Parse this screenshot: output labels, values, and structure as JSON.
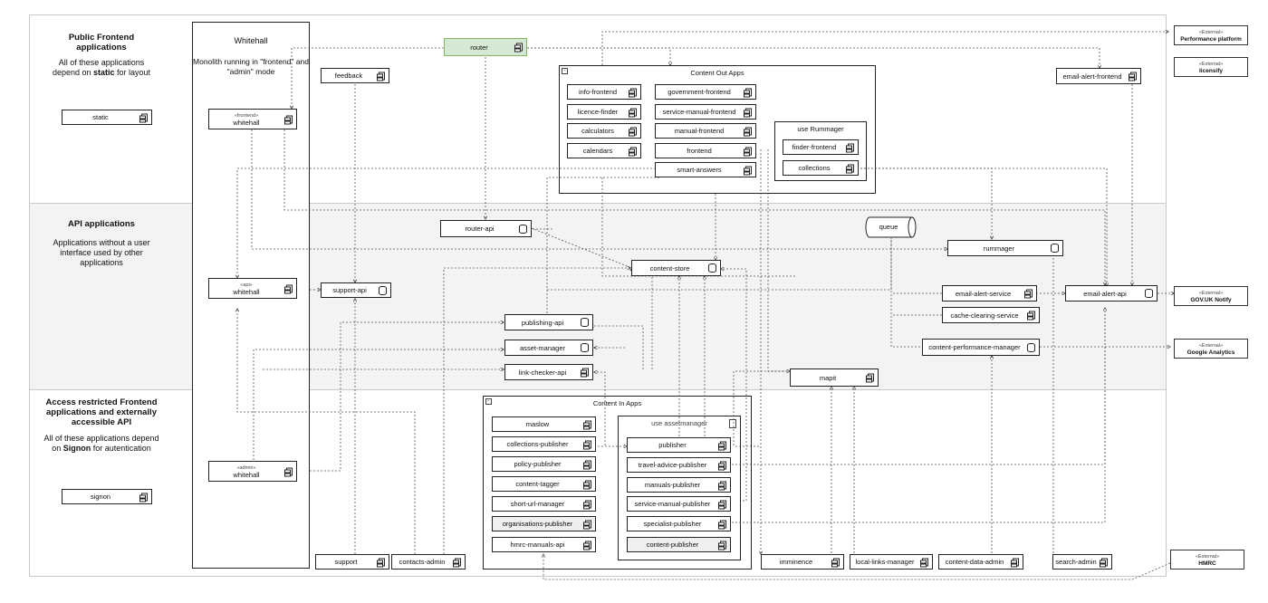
{
  "lanes": {
    "public": {
      "title": "Public Frontend applications",
      "desc_pre": "All of these applications depend on ",
      "desc_bold": "static",
      "desc_post": " for layout"
    },
    "api": {
      "title": "API applications",
      "desc": "Applications without a user interface used by other applications"
    },
    "restricted": {
      "title": "Access  restricted Frontend applications and externally accessible API",
      "desc_pre": "All of these applications depend on ",
      "desc_bold": "Signon",
      "desc_post": " for autentication"
    }
  },
  "whitehall": {
    "title": "Whitehall",
    "desc": "Monolith running in \"frontend\" and \"admin\" mode"
  },
  "components": {
    "static": "static",
    "signon": "signon",
    "whitehall_frontend": {
      "stereo": "«frontend»",
      "name": "whitehall"
    },
    "whitehall_api": {
      "stereo": "«api»",
      "name": "whitehall"
    },
    "whitehall_admin": {
      "stereo": "«admin»",
      "name": "whitehall"
    },
    "router": "router",
    "feedback": "feedback",
    "support_api": "support-api",
    "router_api": "router-api",
    "content_store": "content-store",
    "publishing_api": "publishing-api",
    "asset_manager": "asset-manager",
    "link_checker_api": "link-checker-api",
    "queue": "queue",
    "rummager": "rummager",
    "email_alert_service": "email-alert-service",
    "cache_clearing_service": "cache-clearing-service",
    "content_performance_manager": "content-performance-manager",
    "email_alert_api": "email-alert-api",
    "email_alert_frontend": "email-alert-frontend",
    "mapit": "mapit",
    "support": "support",
    "contacts_admin": "contacts-admin",
    "imminence": "imminence",
    "local_links_manager": "local-links-manager",
    "content_data_admin": "content-data-admin",
    "search_admin": "search-admin"
  },
  "content_out": {
    "title": "Content Out Apps",
    "left": [
      "info-frontend",
      "licence-finder",
      "calculators",
      "calendars"
    ],
    "right": [
      "government-frontend",
      "service-manual-frontend",
      "manual-frontend",
      "frontend",
      "smart-answers"
    ],
    "rummager_group": {
      "title": "use Rummager",
      "items": [
        "finder-frontend",
        "collections"
      ]
    }
  },
  "content_in": {
    "title": "Content In Apps",
    "left": [
      "maslow",
      "collections-publisher",
      "policy-publisher",
      "content-tagger",
      "short-url-manager",
      "organisations-publisher",
      "hmrc-manuals-api"
    ],
    "asset_group": {
      "title": "use assetmanager",
      "items": [
        "publisher",
        "travel-advice-publisher",
        "manuals-publisher",
        "service-manual-publisher",
        "specialist-publisher",
        "content-publisher"
      ]
    }
  },
  "externals": [
    {
      "stereo": "«External»",
      "name": "Performance platform"
    },
    {
      "stereo": "«External»",
      "name": "licensify"
    },
    {
      "stereo": "«External»",
      "name": "GOV.UK Notify"
    },
    {
      "stereo": "«External»",
      "name": "Google Analytics"
    },
    {
      "stereo": "«External»",
      "name": "HMRC"
    }
  ]
}
